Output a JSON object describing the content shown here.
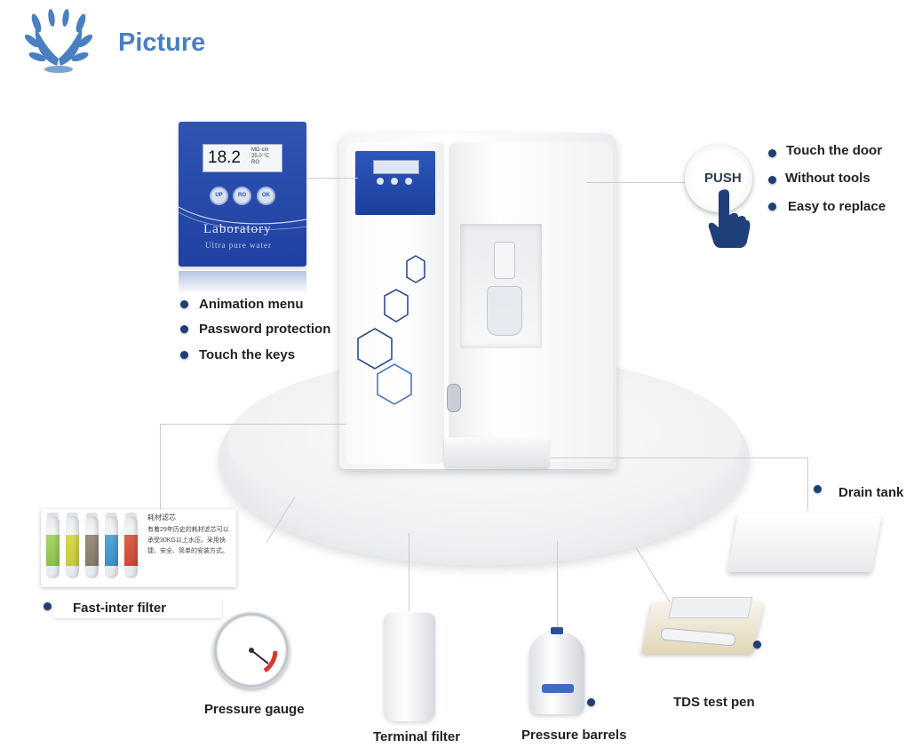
{
  "header": {
    "title": "Picture"
  },
  "control_panel": {
    "display_value": "18.2",
    "display_unit_lines": [
      "MΩ·cm",
      "25.0 °C",
      "RO"
    ],
    "buttons": [
      "UP",
      "RO",
      "OK"
    ],
    "brand": "Laboratory",
    "tagline": "Ultra pure water"
  },
  "features_left": [
    {
      "label": "Animation menu"
    },
    {
      "label": "Password protection"
    },
    {
      "label": "Touch the keys"
    }
  ],
  "push_button": {
    "label": "PUSH"
  },
  "features_right": [
    {
      "label": "Touch the door"
    },
    {
      "label": "Without tools"
    },
    {
      "label": "Easy to replace"
    }
  ],
  "accessories": {
    "drain_tank": "Drain tank",
    "fast_inter_filter": "Fast-inter filter",
    "filter_title": "耗材滤芯",
    "filter_note": "有着29年历史的耗材滤芯可以承受30KG以上水压。采用快捷、安全、简单的安装方式。",
    "pressure_gauge": "Pressure gauge",
    "terminal_filter": "Terminal filter",
    "pressure_barrels": "Pressure barrels",
    "tds_test_pen": "TDS test pen"
  },
  "colors": {
    "title_blue": "#4a7fc1",
    "panel_blue": "#2f54b3",
    "bullet_navy": "#1d3f73",
    "hexagon_blue": "#2d4b8f"
  },
  "icons": {
    "logo": "laurel-wreath-icon",
    "push_hand": "pointing-hand-icon",
    "bullet": "bullet-dot-icon"
  }
}
